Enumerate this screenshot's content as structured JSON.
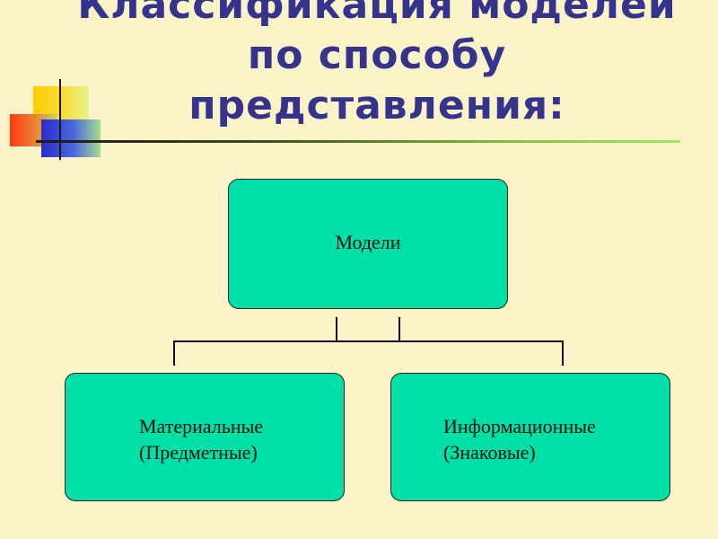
{
  "title": {
    "lines": [
      "Классификация моделей",
      "по способу",
      "представления:"
    ]
  },
  "diagram": {
    "root": {
      "label": "Модели"
    },
    "children": [
      {
        "lines": [
          "Материальные",
          "(Предметные)"
        ]
      },
      {
        "lines": [
          "Информационные",
          "(Знаковые)"
        ]
      }
    ]
  },
  "colors": {
    "background": "#FCF3C9",
    "title": "#34348C",
    "node_fill": "#00E0A6",
    "node_border": "#222222"
  }
}
